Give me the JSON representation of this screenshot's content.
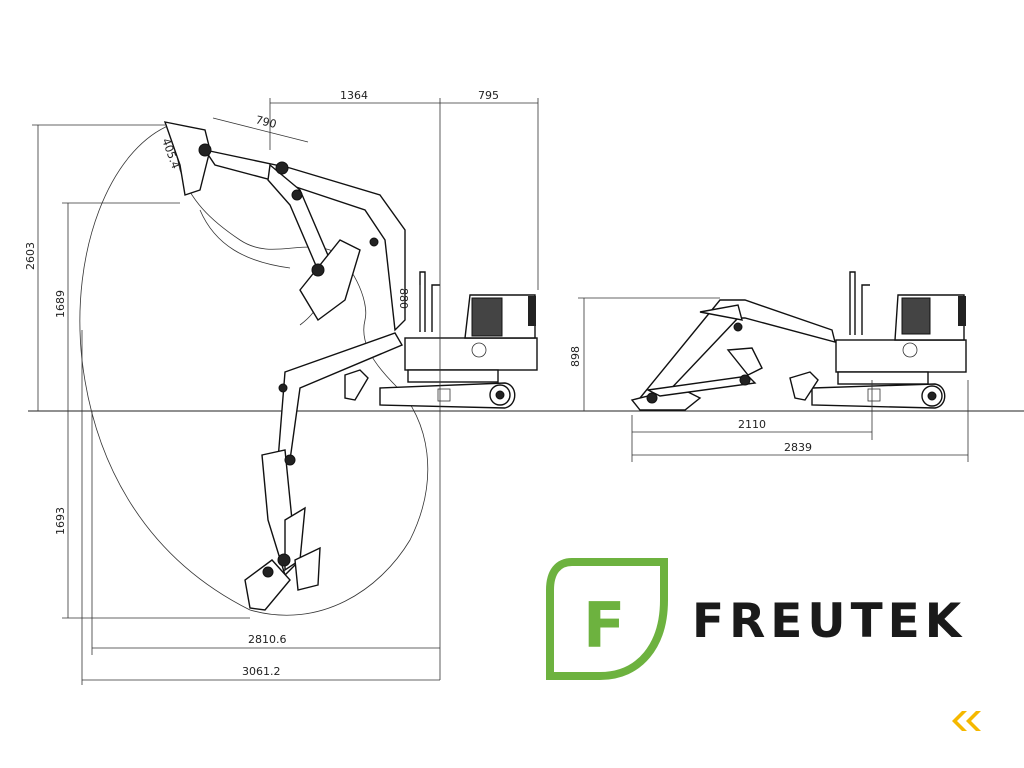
{
  "dimensions": {
    "reach_top_left": "1364",
    "reach_top_right": "795",
    "bucket_width": "790",
    "bucket_offset": "405.4",
    "max_dig_height": "2603",
    "max_dump_height": "1689",
    "blade_lift": "880",
    "max_dig_depth": "1693",
    "ground_reach": "2810.6",
    "max_reach": "3061.2",
    "transport_height": "898",
    "transport_length_inner": "2110",
    "transport_length_total": "2839"
  },
  "logo": {
    "name": "FREUTEK",
    "mark_letter": "F",
    "brand_color": "#6db23f",
    "text_color": "#1a1a1a"
  },
  "corner_badge": {
    "icon": "double-chevron-left-icon",
    "color": "#f5b800"
  }
}
